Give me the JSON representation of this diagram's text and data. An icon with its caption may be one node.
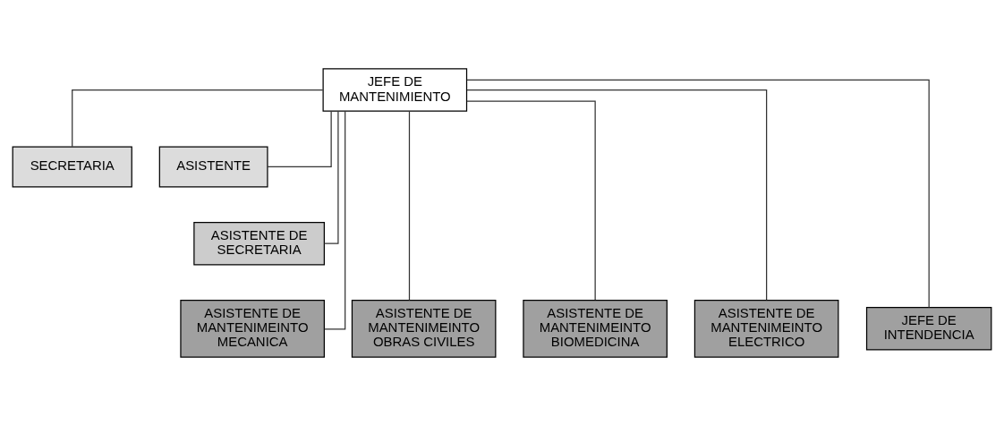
{
  "diagram": {
    "nodes": [
      {
        "text": [
          "JEFE DE MANTENIMIENTO"
        ]
      },
      {
        "text": [
          "SECRETARIA"
        ]
      },
      {
        "text": [
          "ASISTENTE"
        ]
      },
      {
        "text": [
          "ASISTENTE DE SECRETARIA"
        ]
      },
      {
        "text": [
          "ASISTENTE DE MANTENIMEINTO MECANICA"
        ]
      },
      {
        "text": [
          "ASISTENTE DE MANTENIMEINTO OBRAS CIVILES"
        ]
      },
      {
        "text": [
          "ASISTENTE DE MANTENIMEINTO BIOMEDICINA"
        ]
      },
      {
        "text": [
          "ASISTENTE DE MANTENIMEINTO ELECTRICO"
        ]
      },
      {
        "text": [
          "JEFE DE INTENDENCIA"
        ]
      }
    ],
    "edges": [
      {
        "from": 0,
        "to": 1,
        "arrow": "none"
      },
      {
        "from": 0,
        "to": 2,
        "arrow": "none"
      },
      {
        "from": 0,
        "to": 3,
        "arrow": "none"
      },
      {
        "from": 0,
        "to": 4,
        "arrow": "none"
      },
      {
        "from": 0,
        "to": 5,
        "arrow": "none"
      },
      {
        "from": 0,
        "to": 6,
        "arrow": "none"
      },
      {
        "from": 0,
        "to": 7,
        "arrow": "none"
      },
      {
        "from": 0,
        "to": 8,
        "arrow": "none"
      }
    ]
  }
}
